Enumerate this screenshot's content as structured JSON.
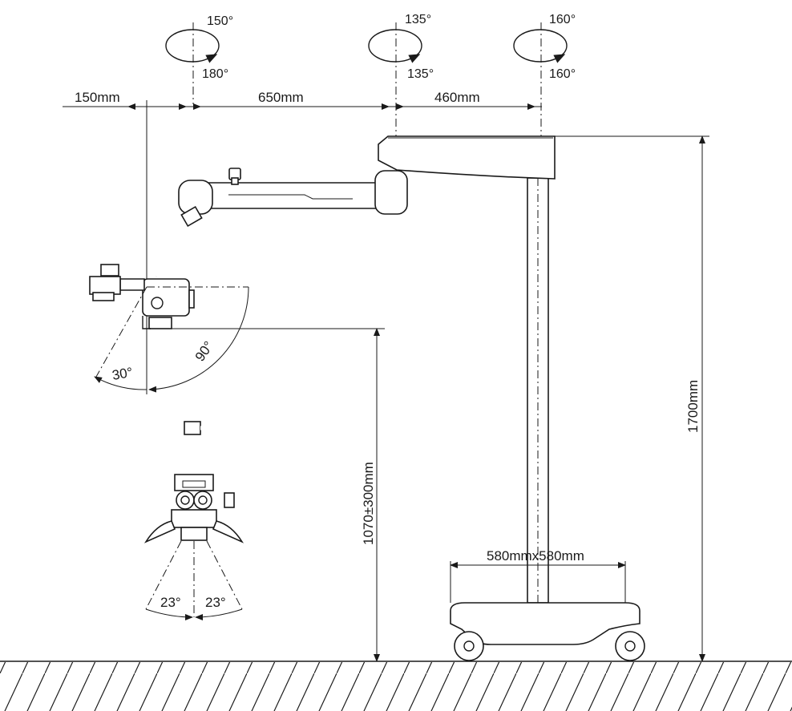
{
  "rotations": {
    "joint_left": {
      "top": "150°",
      "bottom": "180°"
    },
    "joint_middle": {
      "top": "135°",
      "bottom": "135°"
    },
    "joint_right": {
      "top": "160°",
      "bottom": "160°"
    }
  },
  "dimensions": {
    "offset_left": "150mm",
    "arm_span": "650mm",
    "arm_top": "460mm",
    "height_total": "1700mm",
    "height_optics": "1070±300mm",
    "base_size": "580mmx580mm"
  },
  "angles": {
    "tilt_back": "30°",
    "tilt_forward": "90°",
    "view_left": "23°",
    "view_right": "23°"
  }
}
